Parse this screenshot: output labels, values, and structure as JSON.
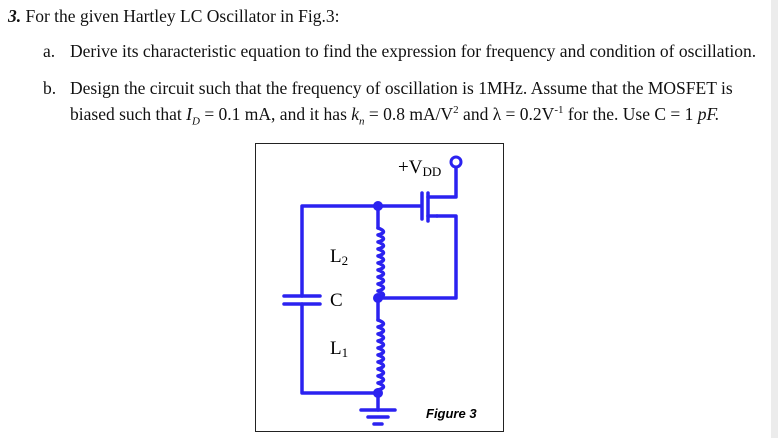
{
  "question": {
    "number": "3.",
    "stem": "For the given Hartley LC Oscillator in Fig.3:",
    "part_a": {
      "label": "a.",
      "text": "Derive its characteristic equation to find the expression for frequency and condition of oscillation."
    },
    "part_b": {
      "label": "b.",
      "line1": "Design the circuit such that the frequency of oscillation is 1MHz. Assume that the MOSFET is",
      "line2_prefix": "biased such that ",
      "id_var": "I",
      "id_sub": "D",
      "id_value": " = 0.1 mA, and it has ",
      "kn_var": "k",
      "kn_sub": "n",
      "kn_value": " = 0.8 mA/V",
      "kn_exp": "2",
      "lambda_text": " and λ = 0.2V",
      "lambda_exp": "-1",
      "tail": " for the. Use C = 1 ",
      "pf": "pF."
    }
  },
  "figure": {
    "caption": "Figure 3",
    "vdd_label": "+V",
    "vdd_sub": "DD",
    "l2_label": "L",
    "l2_sub": "2",
    "c_label": "C",
    "l1_label": "L",
    "l1_sub": "1",
    "wire_color": "#2b22f0"
  }
}
